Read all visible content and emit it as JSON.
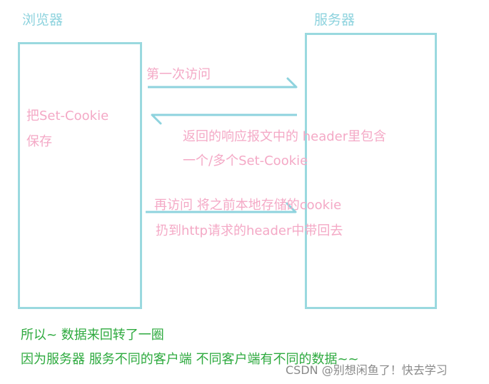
{
  "browser": {
    "title": "浏览器",
    "note_line1": "把Set-Cookie",
    "note_line2": "保存"
  },
  "server": {
    "title": "服务器"
  },
  "arrows": {
    "first_visit": "第一次访问",
    "response_line1": "返回的响应报文中的 header里包含",
    "response_line2": "一个/多个Set-Cookie",
    "revisit_line1": "再访问 将之前本地存储的cookie",
    "revisit_line2": "扔到http请求的header中带回去"
  },
  "footer": {
    "line1": "所以~ 数据来回转了一圈",
    "line2": "因为服务器 服务不同的客户端 不同客户端有不同的数据~~"
  },
  "watermark": "CSDN @别想闲鱼了！快去学习",
  "colors": {
    "box": "#9ad9df",
    "arrow": "#8ed3de",
    "pink_text": "#f4a9c6",
    "green_text": "#2eaa3f"
  }
}
